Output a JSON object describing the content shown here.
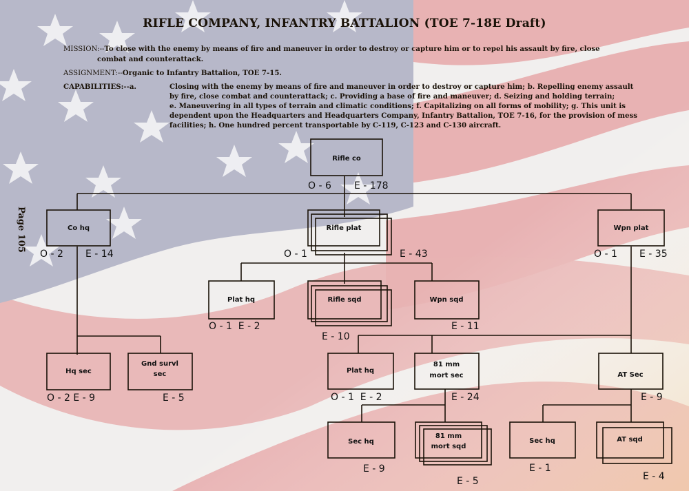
{
  "document": {
    "title": "RIFLE COMPANY, INFANTRY BATTALION (TOE 7-18E Draft)",
    "page_label": "Page 105",
    "mission": {
      "label": "MISSION:--",
      "line1": "To close with the enemy by means of fire and maneuver in order to destroy or capture him or to repel his assault by fire, close",
      "line2": "combat and counterattack."
    },
    "assignment": {
      "label": "ASSIGNMENT:--",
      "text": "Organic to Infantry Battalion, TOE 7-15."
    },
    "capabilities": {
      "label": "CAPABILITIES:--a.",
      "lines": [
        "Closing with the enemy by means of fire and maneuver in order to destroy or capture him; b. Repelling enemy assault",
        "by fire, close combat and counterattack; c. Providing a base of fire and maneuver; d. Seizing and holding terrain;",
        "e. Maneuvering in all types of terrain and climatic conditions; f. Capitalizing on all forms of mobility; g. This unit is",
        "dependent upon the Headquarters and Headquarters Company, Infantry Battalion, TOE 7-16, for the provision of mess",
        "facilities; h. One hundred percent transportable by C-119, C-123 and C-130 aircraft."
      ]
    }
  },
  "org_chart": {
    "units": [
      {
        "id": "rifle_co",
        "name": "Rifle co",
        "officers": "O - 6",
        "enlisted": "E - 178"
      },
      {
        "id": "co_hq",
        "name": "Co hq",
        "officers": "O - 2",
        "enlisted": "E - 14"
      },
      {
        "id": "rifle_plat",
        "name": "Rifle plat",
        "officers": "O - 1",
        "enlisted": "E - 43",
        "multiple": true
      },
      {
        "id": "wpn_plat",
        "name": "Wpn plat",
        "officers": "O - 1",
        "enlisted": "E - 35"
      },
      {
        "id": "plat_hq_1",
        "name": "Plat hq",
        "strength": "O - 1  E - 2"
      },
      {
        "id": "rifle_sqd",
        "name": "Rifle sqd",
        "enlisted": "E - 10",
        "multiple": true
      },
      {
        "id": "wpn_sqd",
        "name": "Wpn sqd",
        "enlisted": "E - 11"
      },
      {
        "id": "hq_sec",
        "name": "Hq sec",
        "strength": "O - 2 E - 9"
      },
      {
        "id": "gnd_survl_sec",
        "name_line1": "Gnd survl",
        "name_line2": "sec",
        "enlisted": "E - 5"
      },
      {
        "id": "plat_hq_2",
        "name": "Plat hq",
        "strength": "O - 1  E - 2"
      },
      {
        "id": "mort_sec",
        "name_line1": "81 mm",
        "name_line2": "mort sec",
        "enlisted": "E - 24"
      },
      {
        "id": "at_sec",
        "name": "AT Sec",
        "enlisted": "E - 9"
      },
      {
        "id": "sec_hq_1",
        "name": "Sec hq",
        "enlisted": "E - 9"
      },
      {
        "id": "mort_sqd",
        "name_line1": "81 mm",
        "name_line2": "mort sqd",
        "enlisted": "E - 5",
        "multiple": true
      },
      {
        "id": "sec_hq_2",
        "name": "Sec hq",
        "enlisted": "E - 1"
      },
      {
        "id": "at_sqd",
        "name": "AT sqd",
        "enlisted": "E - 4",
        "multiple": true
      }
    ]
  }
}
